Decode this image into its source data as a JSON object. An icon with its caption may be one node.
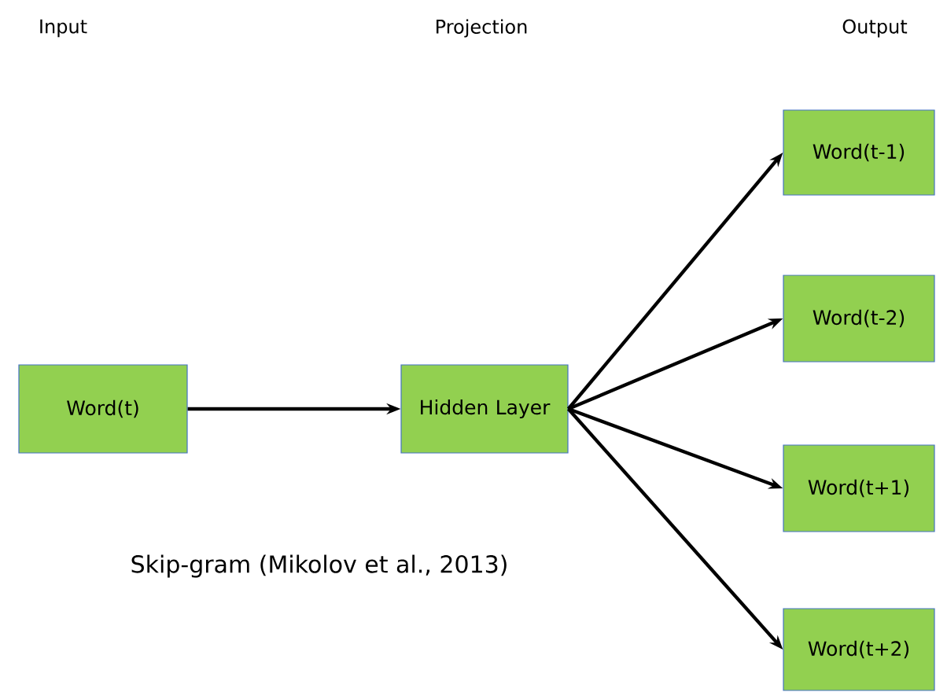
{
  "diagram": {
    "caption": "Skip-gram (Mikolov et al., 2013)",
    "nodes": [
      {
        "text": [
          "Word(t)"
        ]
      },
      {
        "text": [
          "Hidden Layer"
        ]
      },
      {
        "text": [
          "Word(t-1)"
        ]
      },
      {
        "text": [
          "Word(t-2)"
        ]
      },
      {
        "text": [
          "Word(t+1)"
        ]
      },
      {
        "text": [
          "Word(t+2)"
        ]
      }
    ],
    "edges": [
      {
        "from": 0,
        "to": 1,
        "arrow": "to"
      },
      {
        "from": 1,
        "to": 2,
        "arrow": "to"
      },
      {
        "from": 1,
        "to": 3,
        "arrow": "to"
      },
      {
        "from": 1,
        "to": 4,
        "arrow": "to"
      },
      {
        "from": 1,
        "to": 5,
        "arrow": "to"
      }
    ],
    "labels": [
      "Input",
      "Projection",
      "Output"
    ]
  }
}
